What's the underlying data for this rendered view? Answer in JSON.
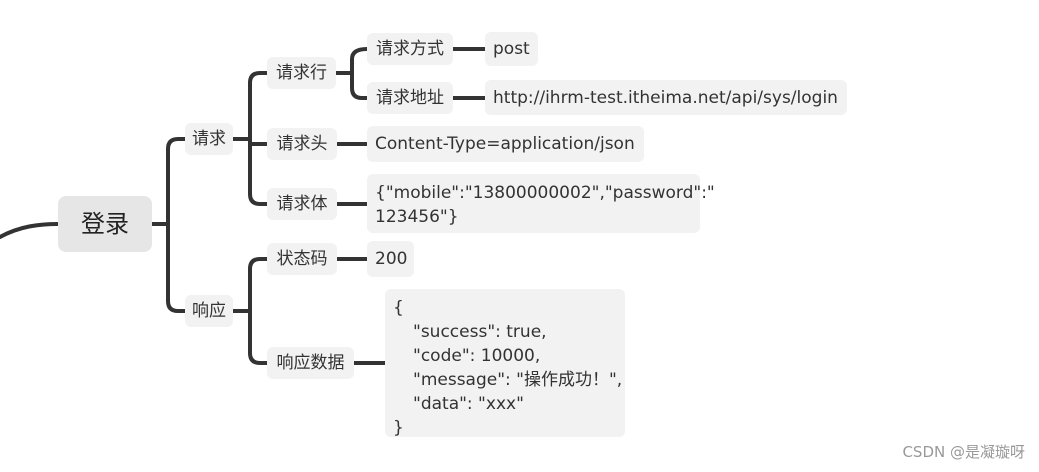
{
  "mindmap": {
    "root": "登录",
    "request": {
      "label": "请求",
      "line": {
        "label": "请求行",
        "method": {
          "label": "请求方式",
          "value": "post"
        },
        "url": {
          "label": "请求地址",
          "value": "http://ihrm-test.itheima.net/api/sys/login"
        }
      },
      "headers": {
        "label": "请求头",
        "value": "Content-Type=application/json"
      },
      "body": {
        "label": "请求体",
        "value_line1": "{\"mobile\":\"13800000002\",\"password\":\"",
        "value_line2": "123456\"}"
      }
    },
    "response": {
      "label": "响应",
      "status": {
        "label": "状态码",
        "value": "200"
      },
      "data": {
        "label": "响应数据",
        "lines": [
          "{",
          "\"success\": true,",
          "\"code\": 10000,",
          "\"message\": \"操作成功！\",",
          "\"data\": \"xxx\"",
          "}"
        ]
      }
    }
  },
  "watermark": "CSDN @是凝璇呀",
  "colors": {
    "connector": "#333333",
    "node_background": "#f2f2f2",
    "root_background": "#e6e6e6"
  }
}
